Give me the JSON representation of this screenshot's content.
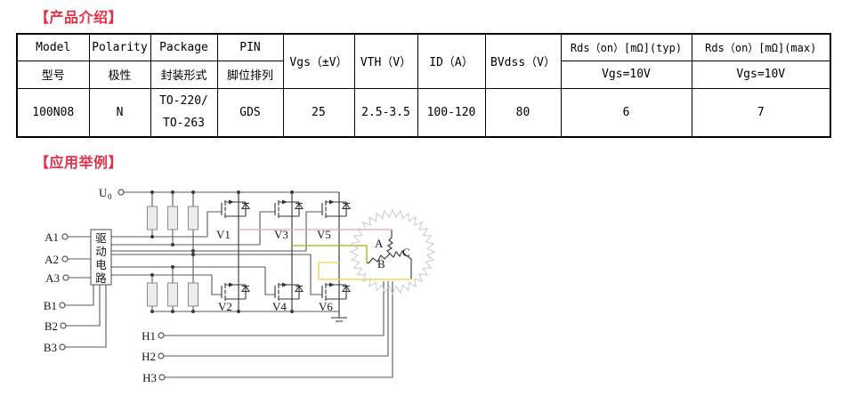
{
  "intro": {
    "title": "【产品介绍】"
  },
  "application": {
    "title": "【应用举例】"
  },
  "colors": {
    "title_red": "#e73048",
    "phase_a_wire": "#eda4a4",
    "phase_b_wire": "#a6b400",
    "phase_c_wire": "#f0d23c",
    "motor_ring": "#c9c9c9"
  },
  "table": {
    "col1": {
      "en": "Model",
      "cn": "型号",
      "value": "100N08"
    },
    "col2": {
      "en": "Polarity",
      "cn": "极性",
      "value": "N"
    },
    "col3": {
      "en": "Package",
      "cn": "封装形式",
      "value1": "TO-220/",
      "value2": "TO-263"
    },
    "col4": {
      "en": "PIN",
      "cn": "脚位排列",
      "value": "GDS"
    },
    "col5": {
      "label": "Vgs（±V）",
      "value": "25"
    },
    "col6": {
      "label": "VTH（V）",
      "value": "2.5-3.5"
    },
    "col7": {
      "label": "ID（A）",
      "value": "100-120"
    },
    "col8": {
      "label": "BVdss（V）",
      "value": "80"
    },
    "col9": {
      "label": "Rds（on）[mΩ](typ)",
      "cond": "Vgs=10V",
      "value": "6"
    },
    "col10": {
      "label": "Rds（on）[mΩ](max)",
      "cond": "Vgs=10V",
      "value": "7"
    }
  },
  "circuit": {
    "supply": {
      "base": "U",
      "sub": "0"
    },
    "driver": {
      "char1": "驱",
      "char2": "动",
      "char3": "电",
      "char4": "路"
    },
    "inputs": {
      "a1": "A1",
      "a2": "A2",
      "a3": "A3",
      "b1": "B1",
      "b2": "B2",
      "b3": "B3",
      "h1": "H1",
      "h2": "H2",
      "h3": "H3"
    },
    "mosfets": {
      "v1": "V1",
      "v2": "V2",
      "v3": "V3",
      "v4": "V4",
      "v5": "V5",
      "v6": "V6"
    },
    "motor": {
      "phase_a": "A",
      "phase_b": "B",
      "phase_c": "C"
    }
  }
}
